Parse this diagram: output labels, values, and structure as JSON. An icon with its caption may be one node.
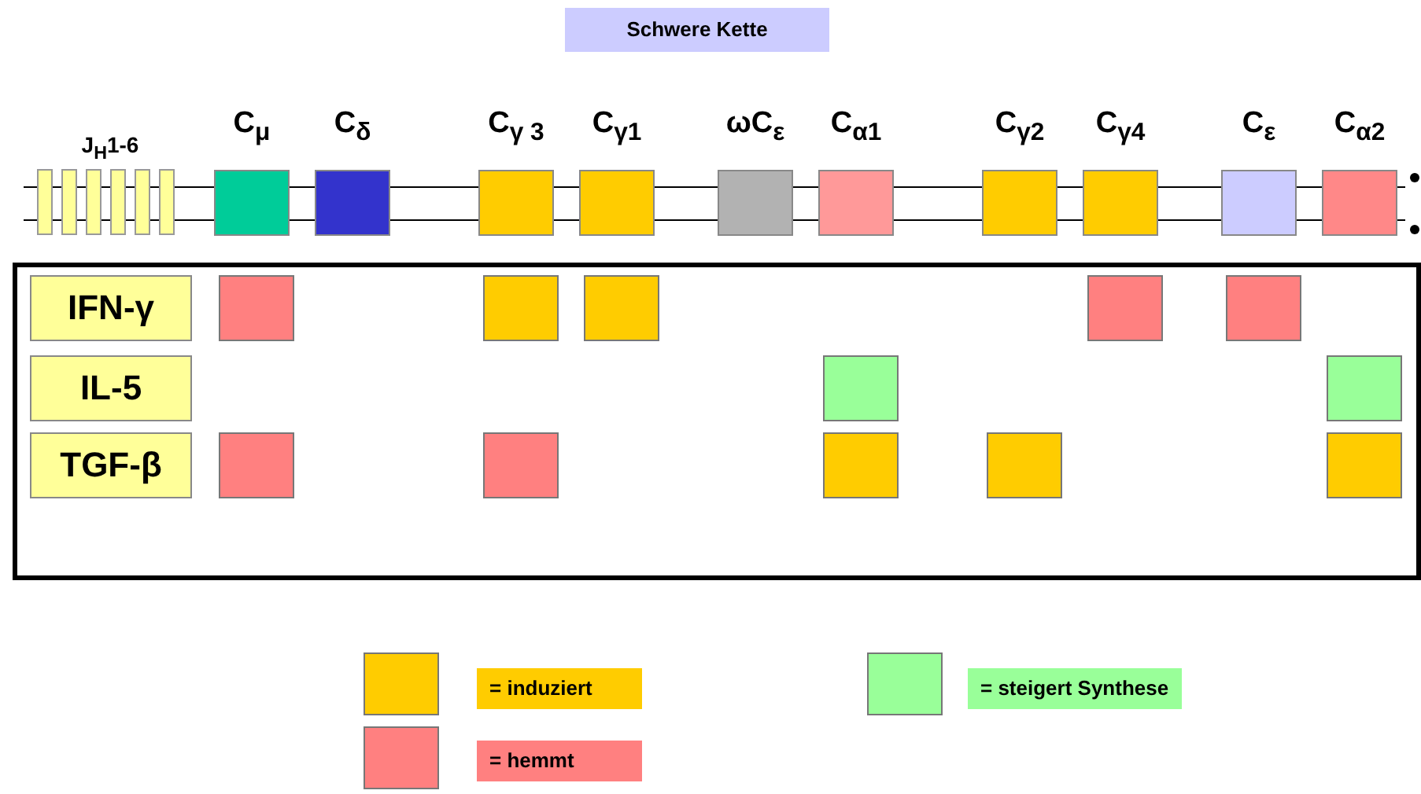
{
  "diagram": {
    "title": "Schwere Kette",
    "nodes": [
      {
        "text": [
          "J$_{H}$1-6"
        ]
      },
      {
        "text": [
          "C$_{μ}$"
        ]
      },
      {
        "text": [
          "C$_{δ}$"
        ]
      },
      {
        "text": [
          "C$_{γ 3}$"
        ]
      },
      {
        "text": [
          "C$_{γ1}$"
        ]
      },
      {
        "text": [
          "ωC$_{ε}$"
        ]
      },
      {
        "text": [
          "C$_{α1}$"
        ]
      },
      {
        "text": [
          "C$_{γ2}$"
        ]
      },
      {
        "text": [
          "C$_{γ4}$"
        ]
      },
      {
        "text": [
          "C$_{ε}$"
        ]
      },
      {
        "text": [
          "C$_{α2}$"
        ]
      },
      {
        "text": [],
        "shape": "box"
      },
      {
        "text": [
          "IFN-γ"
        ],
        "in": 11
      },
      {
        "text": [],
        "shape": "box",
        "in": 11
      },
      {
        "text": [],
        "shape": "box",
        "in": 11
      },
      {
        "text": [],
        "shape": "box",
        "in": 11
      },
      {
        "text": [],
        "shape": "box",
        "in": 11
      },
      {
        "text": [],
        "shape": "box",
        "in": 11
      },
      {
        "text": [
          "IL-5"
        ],
        "in": 11
      },
      {
        "text": [],
        "shape": "box",
        "in": 11
      },
      {
        "text": [],
        "shape": "box",
        "in": 11
      },
      {
        "text": [
          "TGF-β"
        ],
        "in": 11
      },
      {
        "text": [],
        "shape": "box",
        "in": 11
      },
      {
        "text": [],
        "shape": "box",
        "in": 11
      },
      {
        "text": [],
        "shape": "box",
        "in": 11
      },
      {
        "text": [],
        "shape": "box",
        "in": 11
      },
      {
        "text": [],
        "shape": "box",
        "in": 11
      }
    ],
    "edges": [],
    "legend": [
      {
        "text": "= induziert",
        "color": "#ffcc00"
      },
      {
        "text": "= hemmt",
        "color": "#ff8080"
      },
      {
        "text": "= steigert Synthese",
        "color": "#99ff99"
      }
    ]
  }
}
